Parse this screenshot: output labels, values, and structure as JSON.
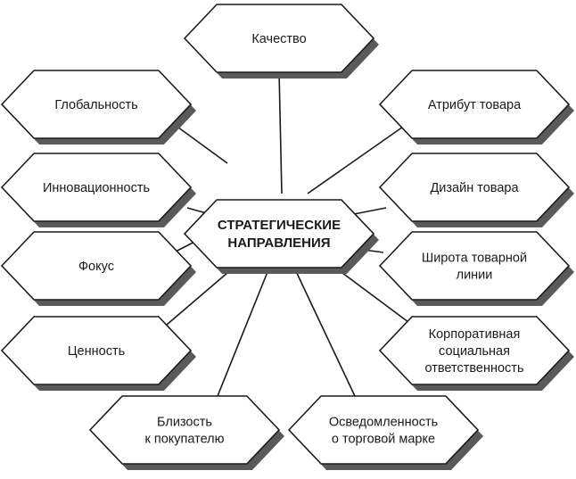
{
  "center": {
    "lines": [
      "СТРАТЕГИЧЕСКИЕ",
      "НАПРАВЛЕНИЯ"
    ]
  },
  "nodes": [
    {
      "id": "kachestvo",
      "lines": [
        "Качество"
      ]
    },
    {
      "id": "globalnost",
      "lines": [
        "Глобальность"
      ]
    },
    {
      "id": "atribut-tovara",
      "lines": [
        "Атрибут товара"
      ]
    },
    {
      "id": "innovatsionnost",
      "lines": [
        "Инновационность"
      ]
    },
    {
      "id": "dizain-tovara",
      "lines": [
        "Дизайн товара"
      ]
    },
    {
      "id": "fokus",
      "lines": [
        "Фокус"
      ]
    },
    {
      "id": "shirota-tovarnoi-linii",
      "lines": [
        "Широта товарной",
        "линии"
      ]
    },
    {
      "id": "tsennost",
      "lines": [
        "Ценность"
      ]
    },
    {
      "id": "korporativnaya-otvetstvennost",
      "lines": [
        "Корпоративная",
        "социальная",
        "ответственность"
      ]
    },
    {
      "id": "blizost-k-pokupatelyu",
      "lines": [
        "Близость",
        "к покупателю"
      ]
    },
    {
      "id": "osvedomlennost-o-marke",
      "lines": [
        "Осведомленность",
        "о торговой марке"
      ]
    }
  ]
}
